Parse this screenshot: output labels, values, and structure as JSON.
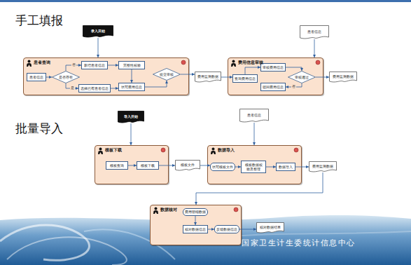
{
  "diagram": {
    "nodes": [
      {
        "text": [
          "录入开始"
        ]
      },
      {
        "text": [
          "患者查询"
        ]
      },
      {
        "text": [
          "患者信息"
        ],
        "in": 1
      },
      {
        "text": [
          "是否存在"
        ],
        "in": 1
      },
      {
        "text": [
          "新增患者信息"
        ],
        "in": 1
      },
      {
        "text": [
          "选择已有患者信息"
        ],
        "in": 1
      },
      {
        "text": [
          "完整性校验"
        ],
        "in": 1
      },
      {
        "text": [
          "填写费用信息"
        ],
        "in": 1
      },
      {
        "text": [
          "提交审核"
        ],
        "in": 1
      },
      {
        "text": [
          "患者信息"
        ]
      },
      {
        "text": [
          "费用监测数据"
        ]
      },
      {
        "text": [
          "费用信息审核"
        ]
      },
      {
        "text": [
          "查询费用信息"
        ],
        "in": 11
      },
      {
        "text": [
          "审核费用信息"
        ],
        "in": 11
      },
      {
        "text": [
          "驳回费用信息"
        ],
        "in": 11
      },
      {
        "text": [
          "审核通过"
        ],
        "in": 11
      },
      {
        "text": [
          "费用监测数据"
        ]
      },
      {
        "text": [
          "导入开始"
        ]
      },
      {
        "text": [
          "患者信息"
        ]
      },
      {
        "text": [
          "模板下载"
        ]
      },
      {
        "text": [
          "模板查询"
        ],
        "in": 19
      },
      {
        "text": [
          "模板下载"
        ],
        "in": 19
      },
      {
        "text": [
          "模板文件"
        ]
      },
      {
        "text": [
          "数据导入"
        ]
      },
      {
        "text": [
          "填写模板文件"
        ],
        "in": 23
      },
      {
        "text": [
          "模板数据校验及整理"
        ],
        "in": 23
      },
      {
        "text": [
          "数据导入"
        ],
        "in": 23
      },
      {
        "text": [
          "费用监测数据"
        ]
      },
      {
        "text": [
          "数据核对"
        ]
      },
      {
        "text": [
          "费用明细数据"
        ],
        "in": 28
      },
      {
        "text": [
          "核对数据信息"
        ],
        "in": 28
      },
      {
        "text": [
          "反馈数据信息"
        ],
        "in": 28
      },
      {
        "text": [
          "核对数据结果"
        ]
      }
    ],
    "edges": [
      {
        "from": 0,
        "to": 1,
        "arrow": "to"
      },
      {
        "from": 2,
        "to": 3,
        "arrow": "to"
      },
      {
        "from": 3,
        "to": 4,
        "label": "否",
        "arrow": "to"
      },
      {
        "from": 3,
        "to": 5,
        "label": "是",
        "arrow": "to"
      },
      {
        "from": 4,
        "to": 6,
        "arrow": "to"
      },
      {
        "from": 6,
        "to": 7,
        "arrow": "to"
      },
      {
        "from": 5,
        "to": 7,
        "arrow": "to"
      },
      {
        "from": 7,
        "to": 8,
        "arrow": "to"
      },
      {
        "from": 8,
        "to": 10,
        "arrow": "to"
      },
      {
        "from": 9,
        "to": 11,
        "arrow": "to"
      },
      {
        "from": 10,
        "to": 12,
        "arrow": "to"
      },
      {
        "from": 12,
        "to": 13,
        "arrow": "to"
      },
      {
        "from": 13,
        "to": 15,
        "arrow": "to"
      },
      {
        "from": 15,
        "to": 14,
        "label": "否",
        "arrow": "to"
      },
      {
        "from": 15,
        "to": 16,
        "arrow": "to"
      },
      {
        "from": 17,
        "to": 19,
        "arrow": "to"
      },
      {
        "from": 20,
        "to": 21,
        "arrow": "to"
      },
      {
        "from": 21,
        "to": 22,
        "arrow": "to"
      },
      {
        "from": 22,
        "to": 24,
        "arrow": "to"
      },
      {
        "from": 18,
        "to": 23,
        "arrow": "to"
      },
      {
        "from": 24,
        "to": 25,
        "arrow": "to"
      },
      {
        "from": 25,
        "to": 26,
        "arrow": "to"
      },
      {
        "from": 26,
        "to": 27,
        "arrow": "to"
      },
      {
        "from": 27,
        "to": 28,
        "arrow": "to"
      },
      {
        "from": 29,
        "to": 30,
        "arrow": "to"
      },
      {
        "from": 30,
        "to": 31,
        "arrow": "to"
      },
      {
        "from": 31,
        "to": 32,
        "arrow": "to"
      }
    ],
    "labels": [
      "手工填报",
      "批量导入",
      "国家卫生计生委统计信息中心"
    ]
  }
}
